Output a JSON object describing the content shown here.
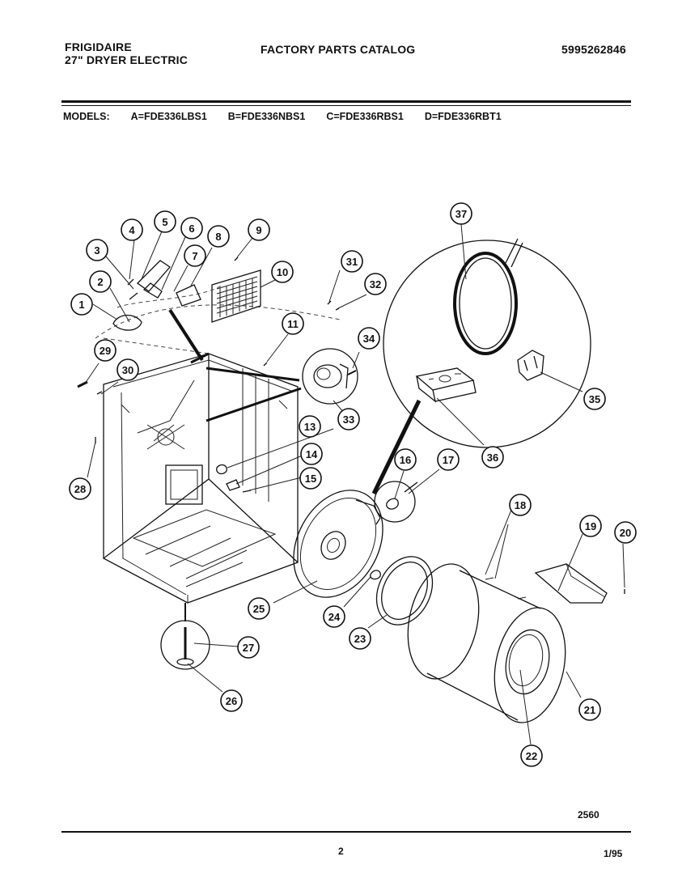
{
  "header": {
    "brand": "FRIGIDAIRE",
    "product": "27\" DRYER ELECTRIC",
    "catalog_title": "FACTORY PARTS CATALOG",
    "catalog_number": "5995262846"
  },
  "models": {
    "label": "MODELS:",
    "list": [
      "A=FDE336LBS1",
      "B=FDE336NBS1",
      "C=FDE336RBS1",
      "D=FDE336RBT1"
    ]
  },
  "callouts": [
    "1",
    "2",
    "3",
    "4",
    "5",
    "6",
    "7",
    "8",
    "9",
    "10",
    "11",
    "13",
    "14",
    "15",
    "16",
    "17",
    "18",
    "19",
    "20",
    "21",
    "22",
    "23",
    "24",
    "25",
    "26",
    "27",
    "28",
    "29",
    "30",
    "31",
    "32",
    "33",
    "34",
    "35",
    "36",
    "37"
  ],
  "footer": {
    "figure_code": "2560",
    "page_number": "2",
    "date": "1/95"
  }
}
